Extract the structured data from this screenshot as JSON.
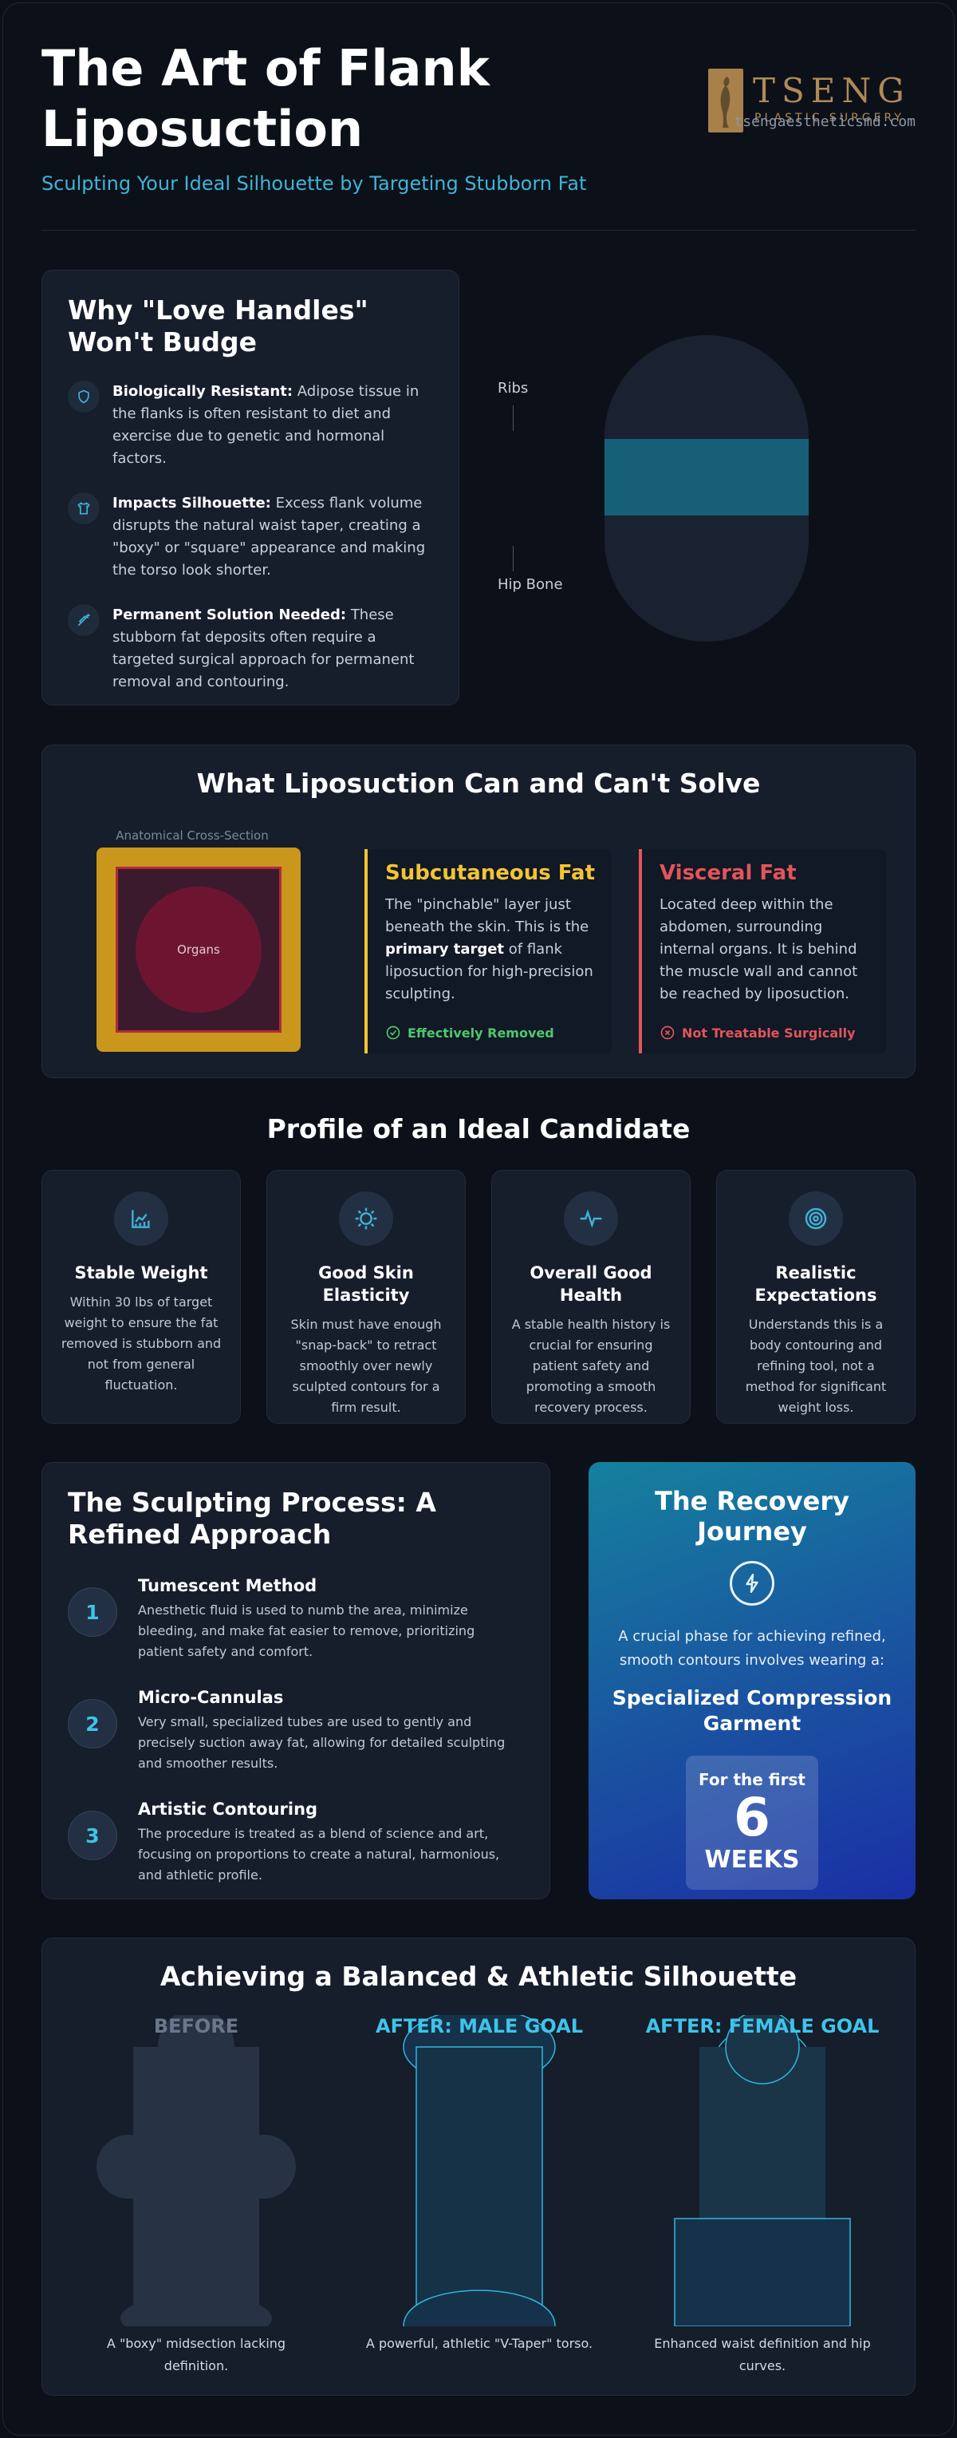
{
  "header": {
    "title": "The Art of Flank Liposuction",
    "subtitle": "Sculpting Your Ideal Silhouette by Targeting Stubborn Fat",
    "logo_name": "TSENG",
    "logo_sub": "PLASTIC SURGERY",
    "url": "tsengaestheticsmd.com"
  },
  "why": {
    "title": "Why \"Love Handles\" Won't Budge",
    "items": [
      {
        "icon": "shield-icon",
        "bold": "Biologically Resistant:",
        "text": " Adipose tissue in the flanks is often resistant to diet and exercise due to genetic and hormonal factors."
      },
      {
        "icon": "shirt-icon",
        "bold": "Impacts Silhouette:",
        "text": " Excess flank volume disrupts the natural waist taper, creating a \"boxy\" or \"square\" appearance and making the torso look shorter."
      },
      {
        "icon": "syringe-icon",
        "bold": "Permanent Solution Needed:",
        "text": " These stubborn fat deposits often require a targeted surgical approach for permanent removal and contouring."
      }
    ],
    "figure": {
      "label_top": "Ribs",
      "label_bottom": "Hip Bone"
    }
  },
  "solve": {
    "title": "What Liposuction Can and Can't Solve",
    "cross_section_caption": "Anatomical Cross-Section",
    "organs_label": "Organs",
    "subcutaneous": {
      "title": "Subcutaneous Fat",
      "text_before": "The \"pinchable\" layer just beneath the skin. This is the ",
      "text_bold": "primary target",
      "text_after": " of flank liposuction for high-precision sculpting.",
      "status": "Effectively Removed"
    },
    "visceral": {
      "title": "Visceral Fat",
      "text": "Located deep within the abdomen, surrounding internal organs. It is behind the muscle wall and cannot be reached by liposuction.",
      "status": "Not Treatable Surgically"
    }
  },
  "profile": {
    "title": "Profile of an Ideal Candidate",
    "cards": [
      {
        "icon": "weight-chart-icon",
        "title": "Stable Weight",
        "text": "Within 30 lbs of target weight to ensure the fat removed is stubborn and not from general fluctuation."
      },
      {
        "icon": "sun-icon",
        "title": "Good Skin Elasticity",
        "text": "Skin must have enough \"snap-back\" to retract smoothly over newly sculpted contours for a firm result."
      },
      {
        "icon": "heartbeat-icon",
        "title": "Overall Good Health",
        "text": "A stable health history is crucial for ensuring patient safety and promoting a smooth recovery process."
      },
      {
        "icon": "target-icon",
        "title": "Realistic Expectations",
        "text": "Understands this is a body contouring and refining tool, not a method for significant weight loss."
      }
    ]
  },
  "process": {
    "title": "The Sculpting Process: A Refined Approach",
    "steps": [
      {
        "num": "1",
        "title": "Tumescent Method",
        "text": "Anesthetic fluid is used to numb the area, minimize bleeding, and make fat easier to remove, prioritizing patient safety and comfort."
      },
      {
        "num": "2",
        "title": "Micro-Cannulas",
        "text": "Very small, specialized tubes are used to gently and precisely suction away fat, allowing for detailed sculpting and smoother results."
      },
      {
        "num": "3",
        "title": "Artistic Contouring",
        "text": "The procedure is treated as a blend of science and art, focusing on proportions to create a natural, harmonious, and athletic profile."
      }
    ]
  },
  "recovery": {
    "title": "The Recovery Journey",
    "icon": "lightning-icon",
    "text": "A crucial phase for achieving refined, smooth contours involves wearing a:",
    "garment": "Specialized Compression Garment",
    "for_label": "For the first",
    "number": "6",
    "unit": "WEEKS"
  },
  "result": {
    "title": "Achieving a Balanced & Athletic Silhouette",
    "columns": [
      {
        "label": "BEFORE",
        "caption": "A \"boxy\" midsection lacking definition."
      },
      {
        "label": "AFTER: MALE GOAL",
        "caption": "A powerful, athletic \"V-Taper\" torso."
      },
      {
        "label": "AFTER: FEMALE GOAL",
        "caption": "Enhanced waist definition and hip curves."
      }
    ]
  },
  "colors": {
    "accent": "#3fb4d8",
    "subcutaneous": "#f2c433",
    "visceral": "#e25558",
    "success": "#4cc96b",
    "danger": "#e25558",
    "logo_gold": "#b08a56"
  }
}
